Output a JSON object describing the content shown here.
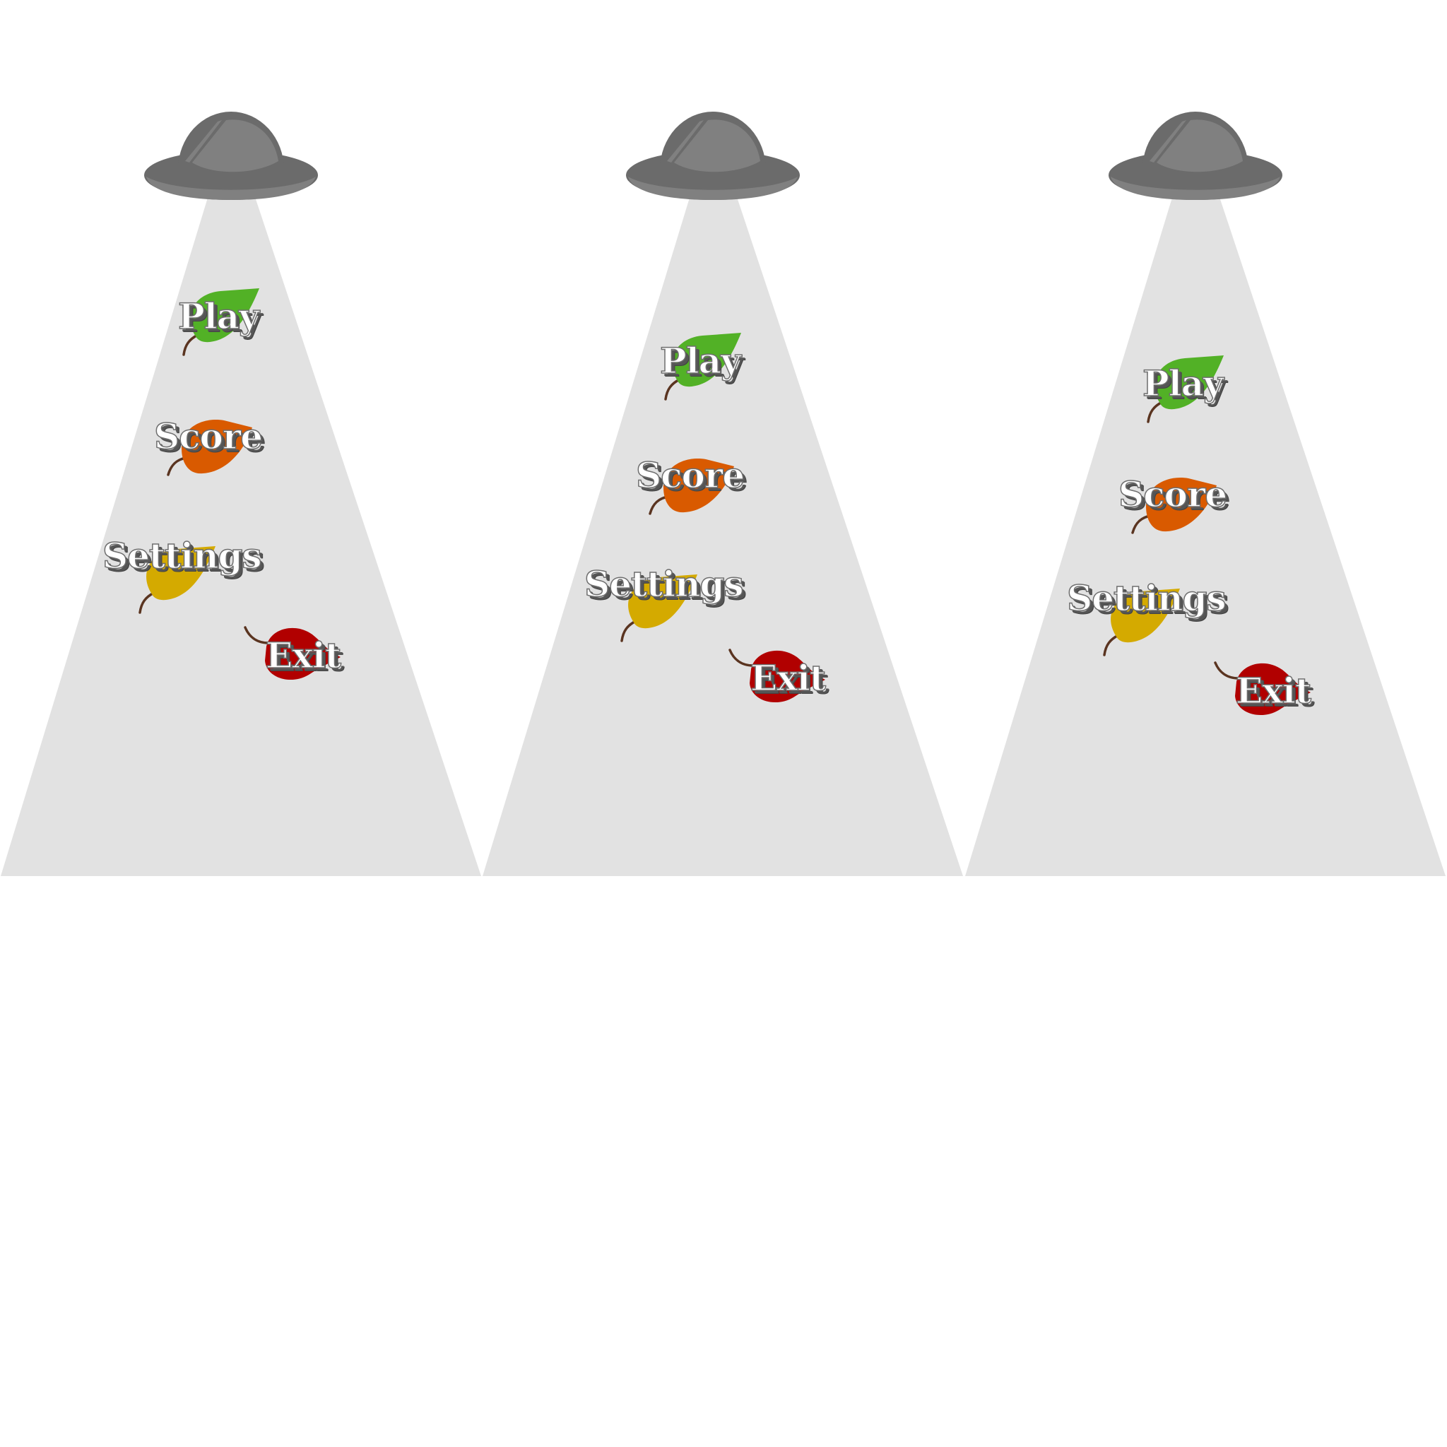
{
  "colors": {
    "background": "#ffffff",
    "beam": "#e2e2e2",
    "lamp_dark": "#6b6b6b",
    "lamp_light": "#808080",
    "stem": "#5a3420",
    "leaf_play": "#52b126",
    "leaf_score": "#d95a00",
    "leaf_settings": "#d4aa00",
    "leaf_exit": "#b10000"
  },
  "panels": [
    {
      "name": "menu-frame-1",
      "items": {
        "play": "Play",
        "score": "Score",
        "settings": "Settings",
        "exit": "Exit"
      }
    },
    {
      "name": "menu-frame-2",
      "items": {
        "play": "Play",
        "score": "Score",
        "settings": "Settings",
        "exit": "Exit"
      }
    },
    {
      "name": "menu-frame-3",
      "items": {
        "play": "Play",
        "score": "Score",
        "settings": "Settings",
        "exit": "Exit"
      }
    }
  ]
}
